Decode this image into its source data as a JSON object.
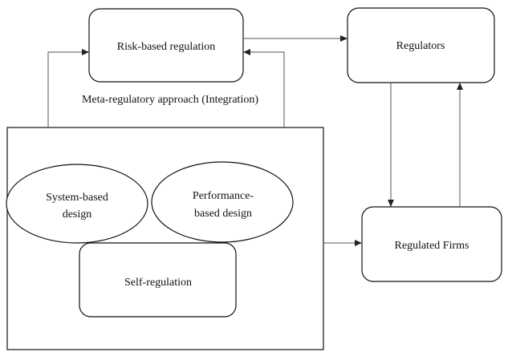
{
  "diagram": {
    "nodes": {
      "risk_based_regulation": "Risk-based regulation",
      "regulators": "Regulators",
      "meta_regulatory_approach": "Meta-regulatory approach (Integration)",
      "system_based_design": [
        "System-based",
        "design"
      ],
      "performance_based_design": [
        "Performance-",
        "based design"
      ],
      "self_regulation": "Self-regulation",
      "regulated_firms": "Regulated Firms"
    }
  }
}
